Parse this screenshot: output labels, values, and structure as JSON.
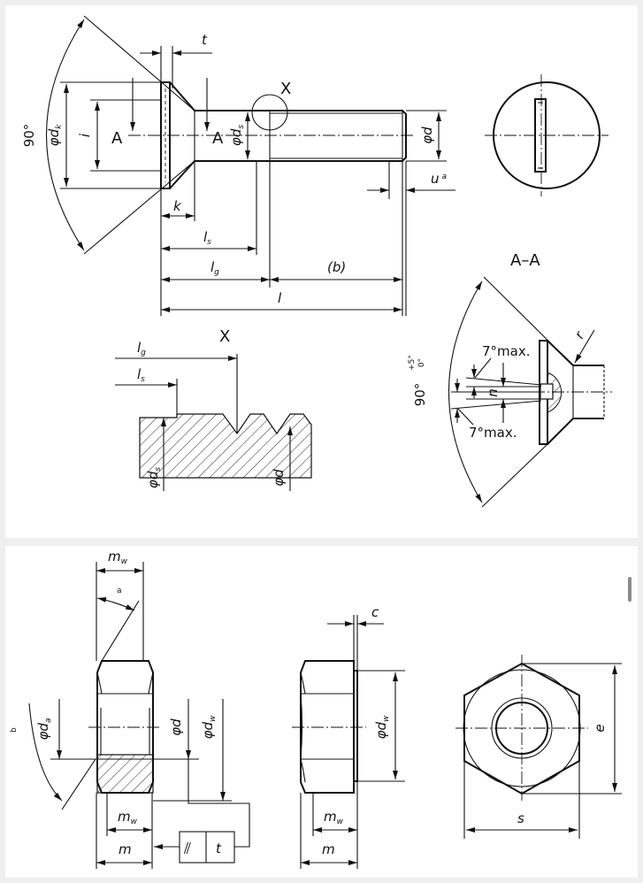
{
  "bolt_view": {
    "angle_head": "90°",
    "dk": {
      "main": "φd",
      "sub": "k"
    },
    "i": "i",
    "section_marker_left": "A",
    "section_marker_right": "A",
    "t": "t",
    "ds": {
      "main": "φd",
      "sub": "s"
    },
    "d": "φd",
    "detail_marker": "X",
    "u": {
      "main": "u",
      "sup": "a"
    },
    "k": "k",
    "ls": {
      "main": "l",
      "sub": "s"
    },
    "lg": {
      "main": "l",
      "sub": "g"
    },
    "b": "(b)",
    "l": "l"
  },
  "section_view": {
    "title": "A–A",
    "angle": "90°",
    "tol_upper": "+5°",
    "tol_lower": "0°",
    "slot_angle_top": "7°max.",
    "slot_angle_bottom": "7°max.",
    "n": "n",
    "r": "r"
  },
  "detail_view": {
    "title": "X",
    "lg": {
      "main": "l",
      "sub": "g"
    },
    "ls": {
      "main": "l",
      "sub": "s"
    },
    "ds": {
      "main": "φd",
      "sub": "s"
    },
    "d": "φd"
  },
  "nut_section": {
    "mw_top": {
      "main": "m",
      "sub": "w"
    },
    "a": "a",
    "b": "b",
    "da": {
      "main": "φd",
      "sub": "a"
    },
    "d": "φd",
    "dw": {
      "main": "φd",
      "sub": "w"
    },
    "mw_bottom": {
      "main": "m",
      "sub": "w"
    },
    "m": "m",
    "tolerance_symbol": "⫽",
    "tolerance_value": "t"
  },
  "nut_side": {
    "c": "c",
    "dw": {
      "main": "φd",
      "sub": "w"
    },
    "mw": {
      "main": "m",
      "sub": "w"
    },
    "m": "m"
  },
  "nut_top": {
    "e": "e",
    "s": "s"
  }
}
